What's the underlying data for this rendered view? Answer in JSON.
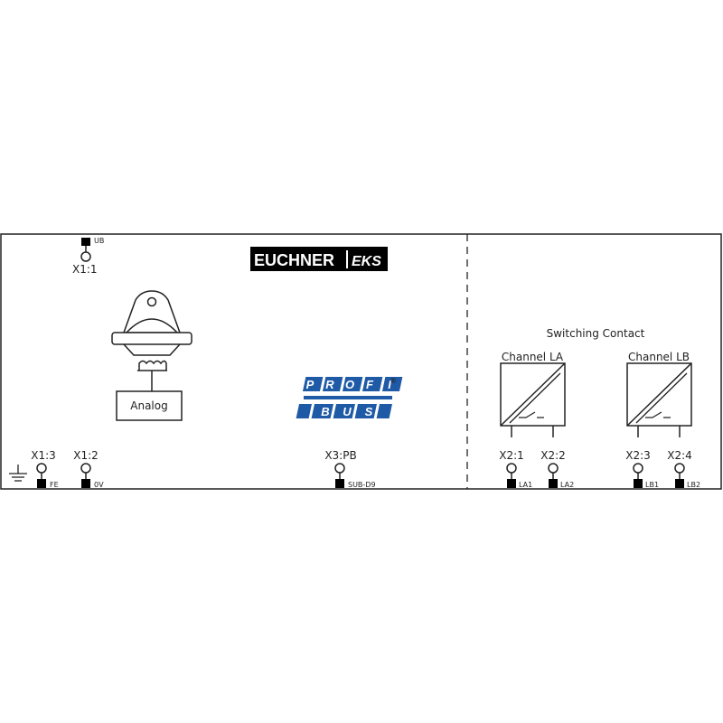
{
  "logo": {
    "brand": "EUCHNER",
    "product": "EKS"
  },
  "profibus": {
    "line1": [
      "P",
      "R",
      "O",
      "F",
      "I"
    ],
    "line2": [
      "B",
      "U",
      "S"
    ],
    "trademark": "®"
  },
  "left_panel": {
    "power": {
      "terminal": "X1:1",
      "signal": "UB"
    },
    "analog_label": "Analog",
    "terminals_bottom": [
      {
        "terminal": "X1:3",
        "signal": "FE"
      },
      {
        "terminal": "X1:2",
        "signal": "0V"
      },
      {
        "terminal": "X3:PB",
        "signal": "SUB-D9"
      }
    ]
  },
  "right_panel": {
    "title": "Switching Contact",
    "channels": [
      {
        "label": "Channel LA",
        "terminals": [
          {
            "terminal": "X2:1",
            "signal": "LA1"
          },
          {
            "terminal": "X2:2",
            "signal": "LA2"
          }
        ]
      },
      {
        "label": "Channel LB",
        "terminals": [
          {
            "terminal": "X2:3",
            "signal": "LB1"
          },
          {
            "terminal": "X2:4",
            "signal": "LB2"
          }
        ]
      }
    ]
  },
  "colors": {
    "profibus_blue": "#1f5aa6",
    "logo_bg": "#000000",
    "line": "#222222"
  }
}
